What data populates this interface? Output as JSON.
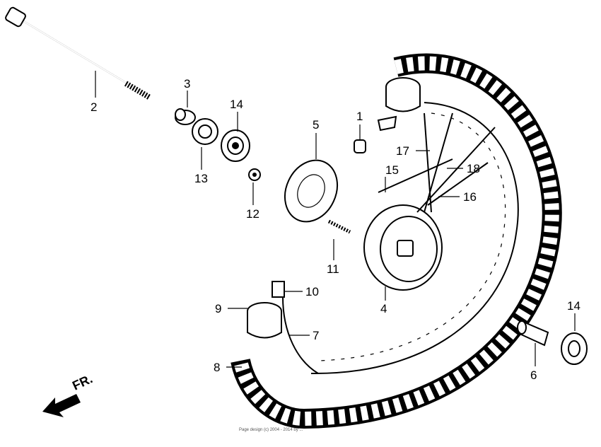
{
  "diagram": {
    "callouts": {
      "c1": "1",
      "c2": "2",
      "c3": "3",
      "c4": "4",
      "c5": "5",
      "c6": "6",
      "c7": "7",
      "c8": "8",
      "c9": "9",
      "c10": "10",
      "c11": "11",
      "c12": "12",
      "c13": "13",
      "c14a": "14",
      "c14b": "14",
      "c15": "15",
      "c16": "16",
      "c17": "17",
      "c18": "18"
    },
    "direction_label": "FR.",
    "copyright": "Page design (c) 2004 - 2014 by ... "
  }
}
